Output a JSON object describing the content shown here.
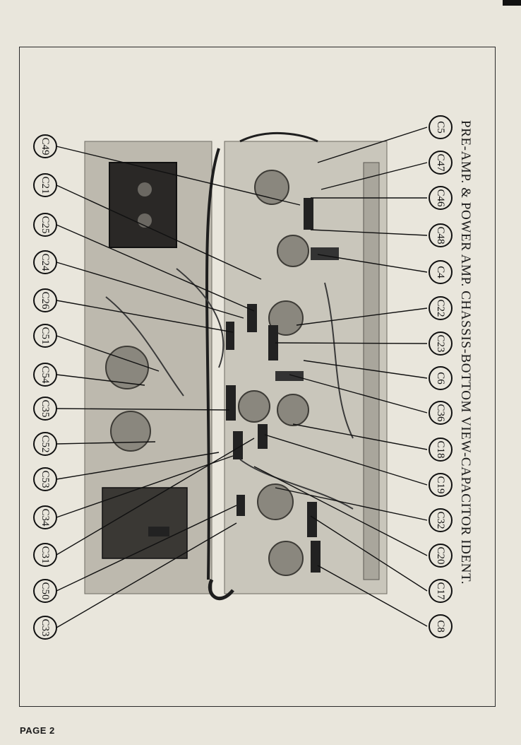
{
  "caption": "PRE-AMP. & POWER AMP. CHASSIS-BOTTOM VIEW-CAPACITOR IDENT.",
  "page_label": "PAGE 2",
  "photo": {
    "subject": "chassis-bottom-view-photograph"
  },
  "labels_left": [
    "C49",
    "C21",
    "C25",
    "C24",
    "C26",
    "C51",
    "C54",
    "C35",
    "C52",
    "C53",
    "C34",
    "C31",
    "C50",
    "C33"
  ],
  "labels_right": [
    "C5",
    "C47",
    "C46",
    "C48",
    "C4",
    "C22",
    "C23",
    "C6",
    "C36",
    "C18",
    "C19",
    "C32",
    "C20",
    "C17",
    "C8"
  ]
}
